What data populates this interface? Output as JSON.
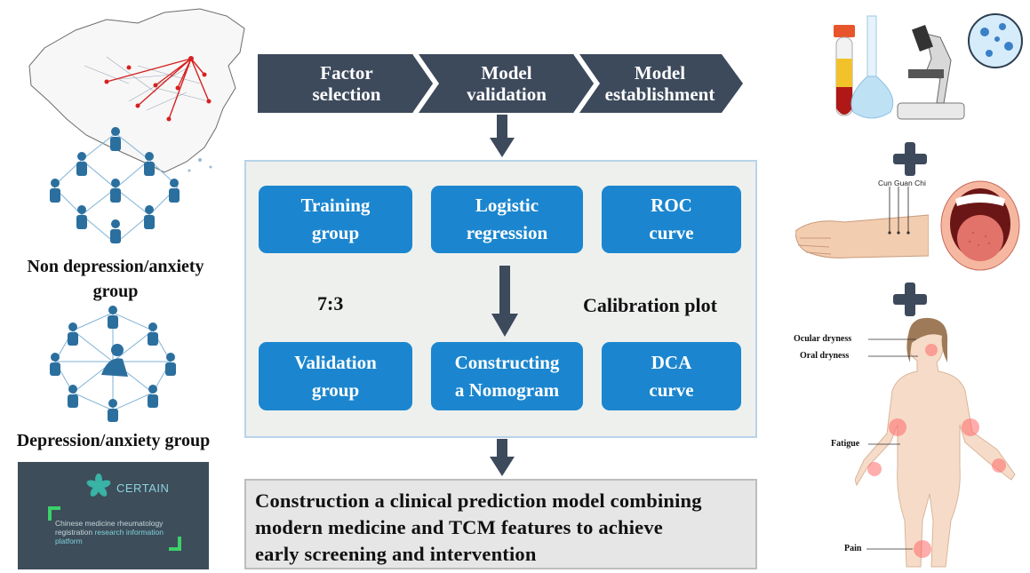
{
  "process_steps": [
    {
      "line1": "Factor",
      "line2": "selection"
    },
    {
      "line1": "Model",
      "line2": "validation"
    },
    {
      "line1": "Model",
      "line2": "establishment"
    }
  ],
  "panel": {
    "training": {
      "line1": "Training",
      "line2": "group"
    },
    "logistic": {
      "line1": "Logistic",
      "line2": "regression"
    },
    "roc": {
      "line1": "ROC",
      "line2": "curve"
    },
    "ratio": "7:3",
    "calibration": "Calibration plot",
    "validation": {
      "line1": "Validation",
      "line2": "group"
    },
    "nomogram": {
      "line1": "Constructing",
      "line2": "a Nomogram"
    },
    "dca": {
      "line1": "DCA",
      "line2": "curve"
    }
  },
  "conclusion": {
    "line1": "Construction a clinical prediction model combining",
    "line2": "modern medicine and TCM features to achieve",
    "line3": "early screening and intervention"
  },
  "left": {
    "non_group": {
      "line1": "Non depression/anxiety",
      "line2": "group"
    },
    "dep_group": "Depression/anxiety group",
    "certain": {
      "title": "CERTAIN",
      "desc_a": "Chinese medicine rheumatology",
      "desc_b": "registration",
      "desc_c": "research information",
      "desc_d": "platform"
    }
  },
  "right": {
    "pulse": {
      "cun": "Cun",
      "guan": "Guan",
      "chi": "Chi"
    },
    "symptoms": {
      "ocular": "Ocular dryness",
      "oral": "Oral dryness",
      "fatigue": "Fatigue",
      "pain": "Pain"
    }
  },
  "colors": {
    "process_bar": "#3d4a5c",
    "box_blue": "#1b86cf",
    "panel_bg": "#eef0ee",
    "panel_border": "#b8d3e8",
    "people_blue": "#2b6f9e",
    "conclusion_bg": "#e6e6e6"
  }
}
